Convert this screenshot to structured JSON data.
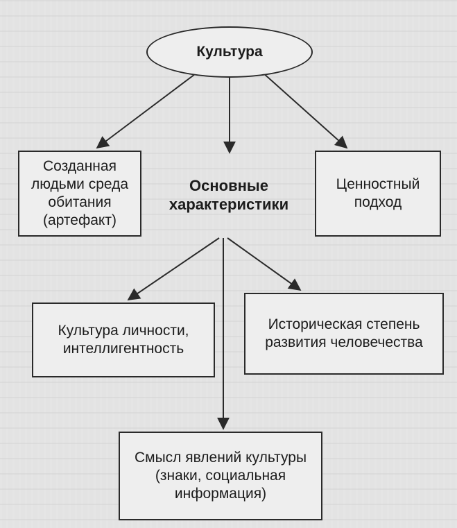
{
  "diagram": {
    "root": {
      "label": "Культура"
    },
    "center": {
      "label": "Основные\nхарактеристики"
    },
    "nodes": {
      "artifact": {
        "label": "Созданная\nлюдьми среда\nобитания\n(артефакт)"
      },
      "value_approach": {
        "label": "Ценностный\nподход"
      },
      "personal_culture": {
        "label": "Культура личности,\nинтеллигентность"
      },
      "historical_stage": {
        "label": "Историческая степень\nразвития человечества"
      },
      "meaning": {
        "label": "Смысл явлений культуры\n(знаки, социальная\nинформация)"
      }
    },
    "colors": {
      "line": "#2a2a2a",
      "box_fill": "#eeeeee",
      "background": "#e3e3e3"
    }
  }
}
